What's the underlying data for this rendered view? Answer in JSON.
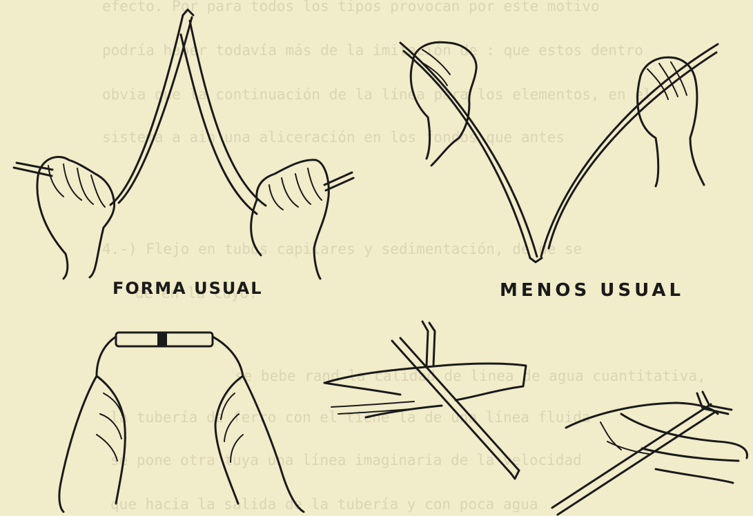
{
  "page": {
    "background": "#f1ecc9",
    "ink": "#1a1a1a",
    "bleed_through_color": "#c9c3a3"
  },
  "captions": {
    "usual": "FORMA USUAL",
    "less_usual": "MENOS USUAL"
  },
  "figures": [
    {
      "name": "forked-rod-inverted-v",
      "depicts": "two hands gripping a forked rod, tip pointing up"
    },
    {
      "name": "forked-rod-v",
      "depicts": "two hands gripping a forked rod, tip pointing down"
    },
    {
      "name": "rod-between-fingertips",
      "depicts": "two hands holding a straight rod between fingertips"
    },
    {
      "name": "crossed-rods",
      "depicts": "two hands holding crossed forked sticks"
    }
  ],
  "bleed_through_lines": [
    "efecto. Por para todos los tipos provocan por este motivo",
    "podría haber todavía más de la imitación de : que estos dentro",
    "obvia que la continuación de la línea para los elementos, en el",
    "sistema a ain una aliceración en los fondos que antes",
    "4.-) Flejo en tubos capilares y sedimentación, de de se",
    "de en la cuyo.",
    "se bebe rand la calidad de linea de agua cuantitativa,",
    "la tubería de ferro con el tiene la de una línea fluida",
    "se pone otra tuya una línea imaginaria de la velocidad",
    "que hacia la salida de la tubería y con poca agua"
  ]
}
